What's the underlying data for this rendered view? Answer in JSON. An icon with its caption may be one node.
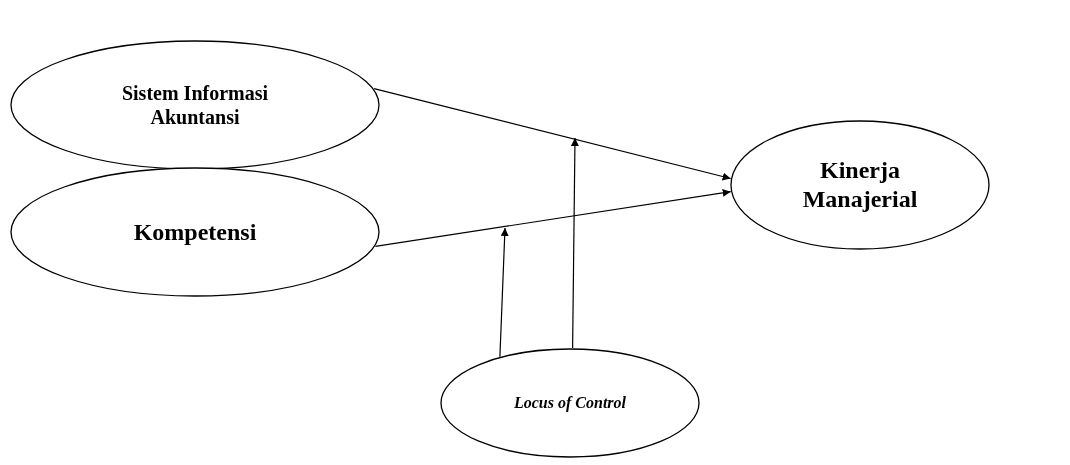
{
  "diagram": {
    "nodes": [
      {
        "text": [
          "Sistem Informasi Akuntansi"
        ]
      },
      {
        "text": [
          "Kompetensi"
        ]
      },
      {
        "text": [
          "Kinerja Manajerial"
        ]
      },
      {
        "text": [
          "Locus of Control"
        ]
      }
    ],
    "edges": [
      {
        "from": 0,
        "to": 2,
        "arrow": "to"
      },
      {
        "from": 1,
        "to": 2,
        "arrow": "to"
      },
      {
        "from": 3,
        "to": null,
        "arrow": "to"
      },
      {
        "from": 3,
        "to": null,
        "arrow": "to"
      }
    ]
  }
}
